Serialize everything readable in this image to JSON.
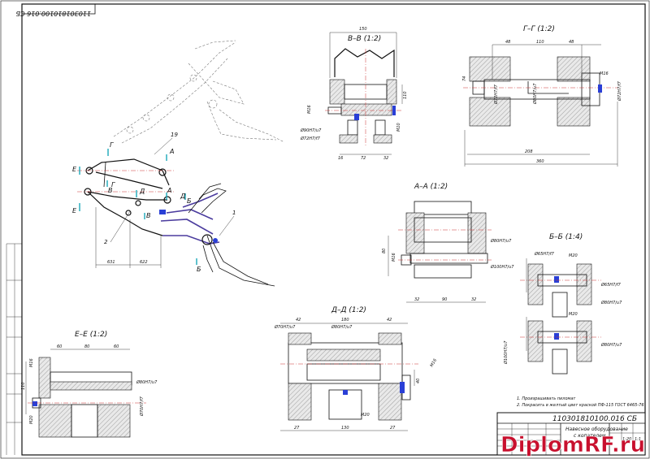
{
  "sheet": {
    "doc_code_rotated": "110301810100.016 СБ",
    "title_block": {
      "doc_code": "110301810100.016 СБ",
      "title_line1": "Навесное оборудование",
      "title_line2": "с копателем",
      "scale": "1:20",
      "sheet": "1:1"
    }
  },
  "views": {
    "vv": "В–В (1:2)",
    "gg": "Г–Г (1:2)",
    "aa": "А–А (1:2)",
    "bb": "Б–Б (1:4)",
    "ee": "Е–Е (1:2)",
    "dd": "Д–Д (1:2)"
  },
  "main_view": {
    "section_marks": [
      "Е",
      "Е",
      "Г",
      "Г",
      "В",
      "В",
      "Д",
      "Д",
      "А",
      "А",
      "Б",
      "Б"
    ],
    "callouts": [
      "1",
      "2",
      "19"
    ],
    "dims": [
      "631",
      "622"
    ]
  },
  "dims": {
    "vv": [
      "150",
      "110",
      "16",
      "72",
      "32",
      "M16",
      "M10",
      "Ø90Н7/u7",
      "Ø72Н7/f7"
    ],
    "gg": [
      "48",
      "110",
      "48",
      "208",
      "360",
      "74",
      "M16",
      "Ø72Н7/f7",
      "Ø80Н7/u7",
      "Ø72Н7/f7"
    ],
    "aa": [
      "32",
      "90",
      "32",
      "80",
      "M16",
      "Ø80Н7/u7",
      "Ø100Н7/u7"
    ],
    "bb": [
      "M20",
      "M20",
      "Ø65Н7/f7",
      "Ø65Н7/f7",
      "Ø80Н7/u7",
      "Ø80Н7/u7",
      "Ø100Н7/u7"
    ],
    "ee": [
      "60",
      "80",
      "60",
      "110",
      "M16",
      "M20",
      "Ø80Н7/u7",
      "Ø70Н7/f7"
    ],
    "dd": [
      "42",
      "180",
      "42",
      "27",
      "130",
      "27",
      "М16",
      "М20",
      "Ø70Н7/u7",
      "Ø80Н7/u7",
      "40"
    ]
  },
  "notes": [
    "1. Произрашивать пиломат",
    "2. Покрасить в желтый цвет краской ПФ-115 ГОСТ 6465-76"
  ],
  "watermark": "DiplomRF.ru"
}
